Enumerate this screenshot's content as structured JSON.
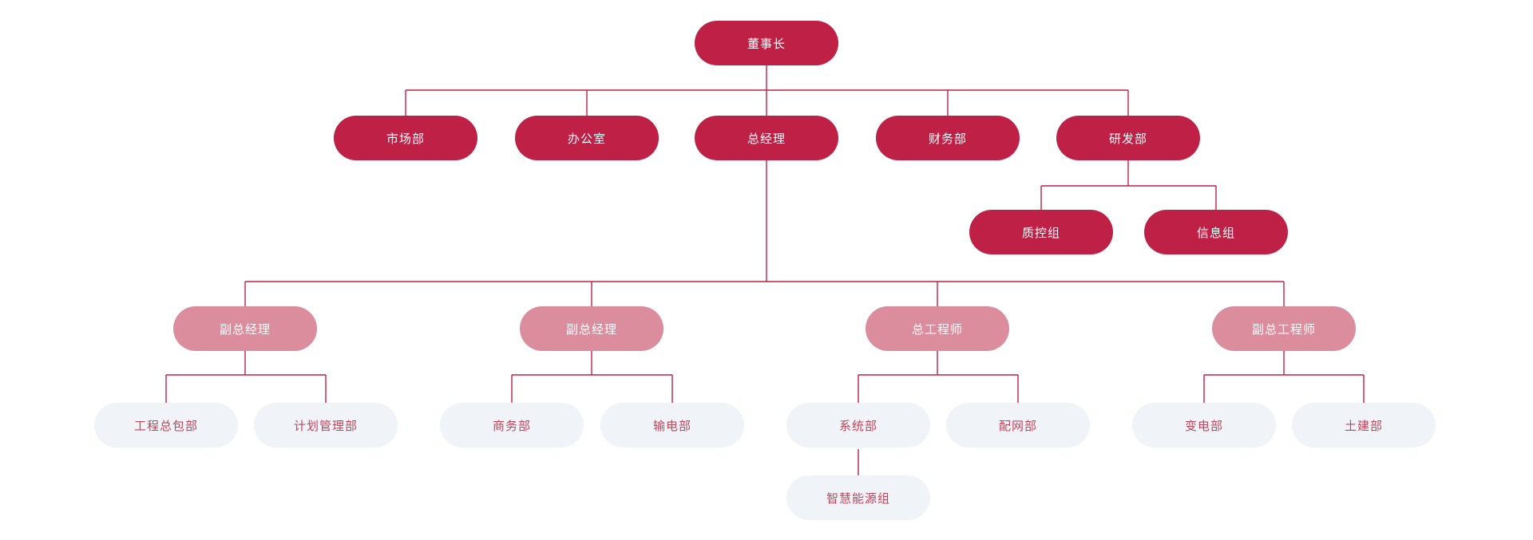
{
  "chart_type": "org-chart",
  "colors": {
    "primary": "#BF2046",
    "secondary": "#DB8C9D",
    "tertiary_bg": "#F0F4F8",
    "tertiary_text": "#C24459",
    "line": "#BF2046",
    "background": "#FFFFFF",
    "node_text_light": "#FFFFFF"
  },
  "nodes": {
    "chairman": {
      "label": "董事长"
    },
    "marketing": {
      "label": "市场部"
    },
    "office": {
      "label": "办公室"
    },
    "general_manager": {
      "label": "总经理"
    },
    "finance": {
      "label": "财务部"
    },
    "rnd": {
      "label": "研发部"
    },
    "quality_control": {
      "label": "质控组"
    },
    "information": {
      "label": "信息组"
    },
    "deputy_gm_1": {
      "label": "副总经理"
    },
    "deputy_gm_2": {
      "label": "副总经理"
    },
    "chief_engineer": {
      "label": "总工程师"
    },
    "deputy_chief_engineer": {
      "label": "副总工程师"
    },
    "epc": {
      "label": "工程总包部"
    },
    "planning": {
      "label": "计划管理部"
    },
    "business": {
      "label": "商务部"
    },
    "transmission": {
      "label": "输电部"
    },
    "system": {
      "label": "系统部"
    },
    "distribution": {
      "label": "配网部"
    },
    "substation": {
      "label": "变电部"
    },
    "civil": {
      "label": "土建部"
    },
    "smart_energy": {
      "label": "智慧能源组"
    }
  },
  "hierarchy_edges": [
    [
      "chairman",
      "marketing"
    ],
    [
      "chairman",
      "office"
    ],
    [
      "chairman",
      "general_manager"
    ],
    [
      "chairman",
      "finance"
    ],
    [
      "chairman",
      "rnd"
    ],
    [
      "rnd",
      "quality_control"
    ],
    [
      "rnd",
      "information"
    ],
    [
      "general_manager",
      "deputy_gm_1"
    ],
    [
      "general_manager",
      "deputy_gm_2"
    ],
    [
      "general_manager",
      "chief_engineer"
    ],
    [
      "general_manager",
      "deputy_chief_engineer"
    ],
    [
      "deputy_gm_1",
      "epc"
    ],
    [
      "deputy_gm_1",
      "planning"
    ],
    [
      "deputy_gm_2",
      "business"
    ],
    [
      "deputy_gm_2",
      "transmission"
    ],
    [
      "chief_engineer",
      "system"
    ],
    [
      "chief_engineer",
      "distribution"
    ],
    [
      "deputy_chief_engineer",
      "substation"
    ],
    [
      "deputy_chief_engineer",
      "civil"
    ],
    [
      "system",
      "smart_energy"
    ]
  ]
}
